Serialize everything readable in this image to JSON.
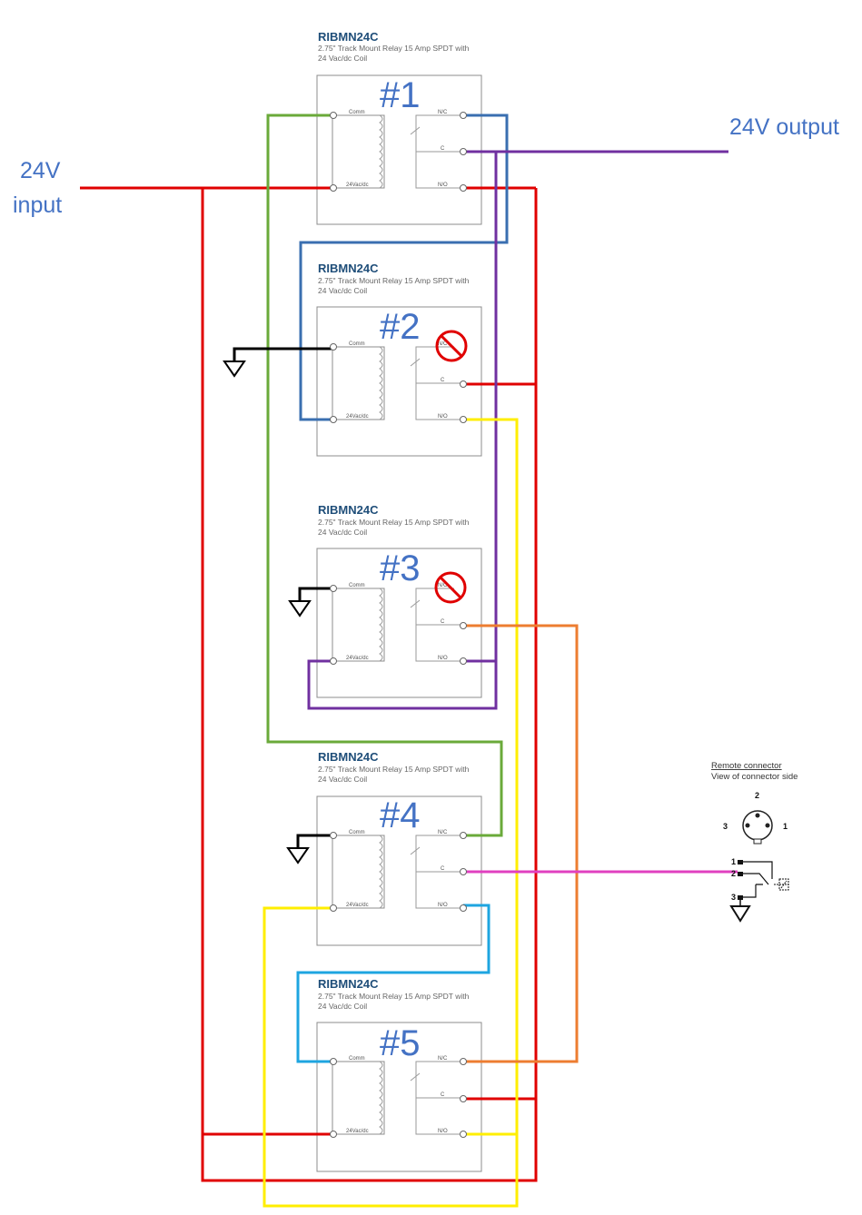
{
  "labels": {
    "input_line1": "24V",
    "input_line2": "input",
    "output": "24V output"
  },
  "relay": {
    "model": "RIBMN24C",
    "desc_line1": "2.75\" Track Mount Relay 15 Amp SPDT with",
    "desc_line2": "24 Vac/dc Coil",
    "pin_comm": "Comm",
    "pin_coil": "24Vac/dc",
    "pin_nc": "N/C",
    "pin_c": "C",
    "pin_no": "N/O"
  },
  "relays": [
    {
      "number": "#1"
    },
    {
      "number": "#2"
    },
    {
      "number": "#3"
    },
    {
      "number": "#4"
    },
    {
      "number": "#5"
    }
  ],
  "connector": {
    "title_line1": "Remote connector",
    "title_line2": "View of connector side",
    "pin1": "1",
    "pin2": "2",
    "pin3": "3"
  },
  "colors": {
    "red": "#e00000",
    "green": "#6aaa3a",
    "blue": "#3a6fb0",
    "purple": "#7030a0",
    "black": "#000000",
    "yellow": "#ffee00",
    "orange": "#ed7d31",
    "magenta": "#e040c0",
    "cyan": "#1ea5e0",
    "accent_text": "#4472c4"
  }
}
